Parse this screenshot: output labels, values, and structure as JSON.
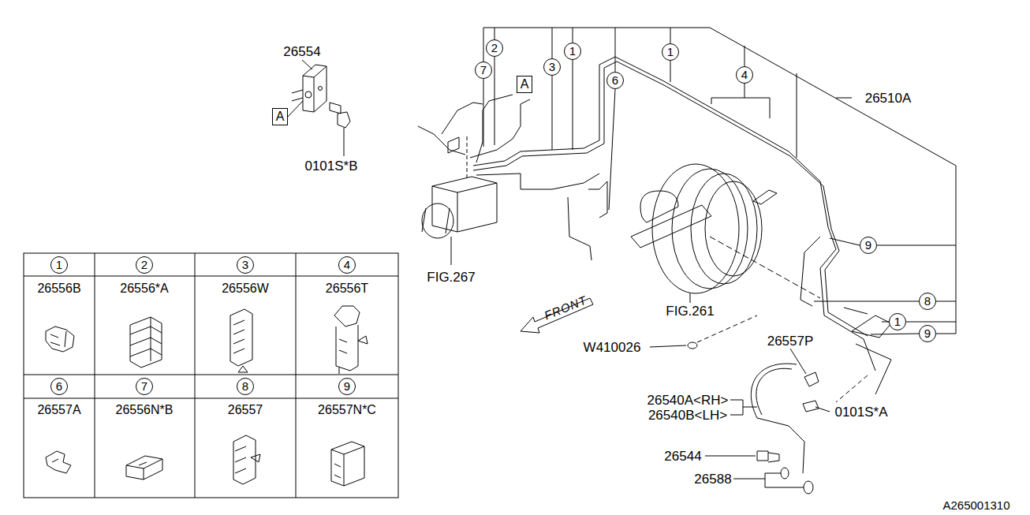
{
  "diagram": {
    "nodes": [
      {
        "text": [
          "A"
        ]
      },
      {
        "text": [
          "A"
        ]
      }
    ],
    "labels": [
      "26554",
      "0101S*B",
      "26510A",
      "FIG.267",
      "FIG.261",
      "FRONT",
      "W410026",
      "26557P",
      "26540A<RH>",
      "26540B<LH>",
      "0101S*A",
      "26544",
      "26588",
      "A265001310",
      "7",
      "2",
      "3",
      "1",
      "6",
      "1",
      "4",
      "9",
      "8",
      "1",
      "9",
      "1",
      "2",
      "3",
      "4",
      "26556B",
      "26556*A",
      "26556W",
      "26556T",
      "6",
      "7",
      "8",
      "9",
      "26557A",
      "26556N*B",
      "26557",
      "26557N*C"
    ]
  }
}
